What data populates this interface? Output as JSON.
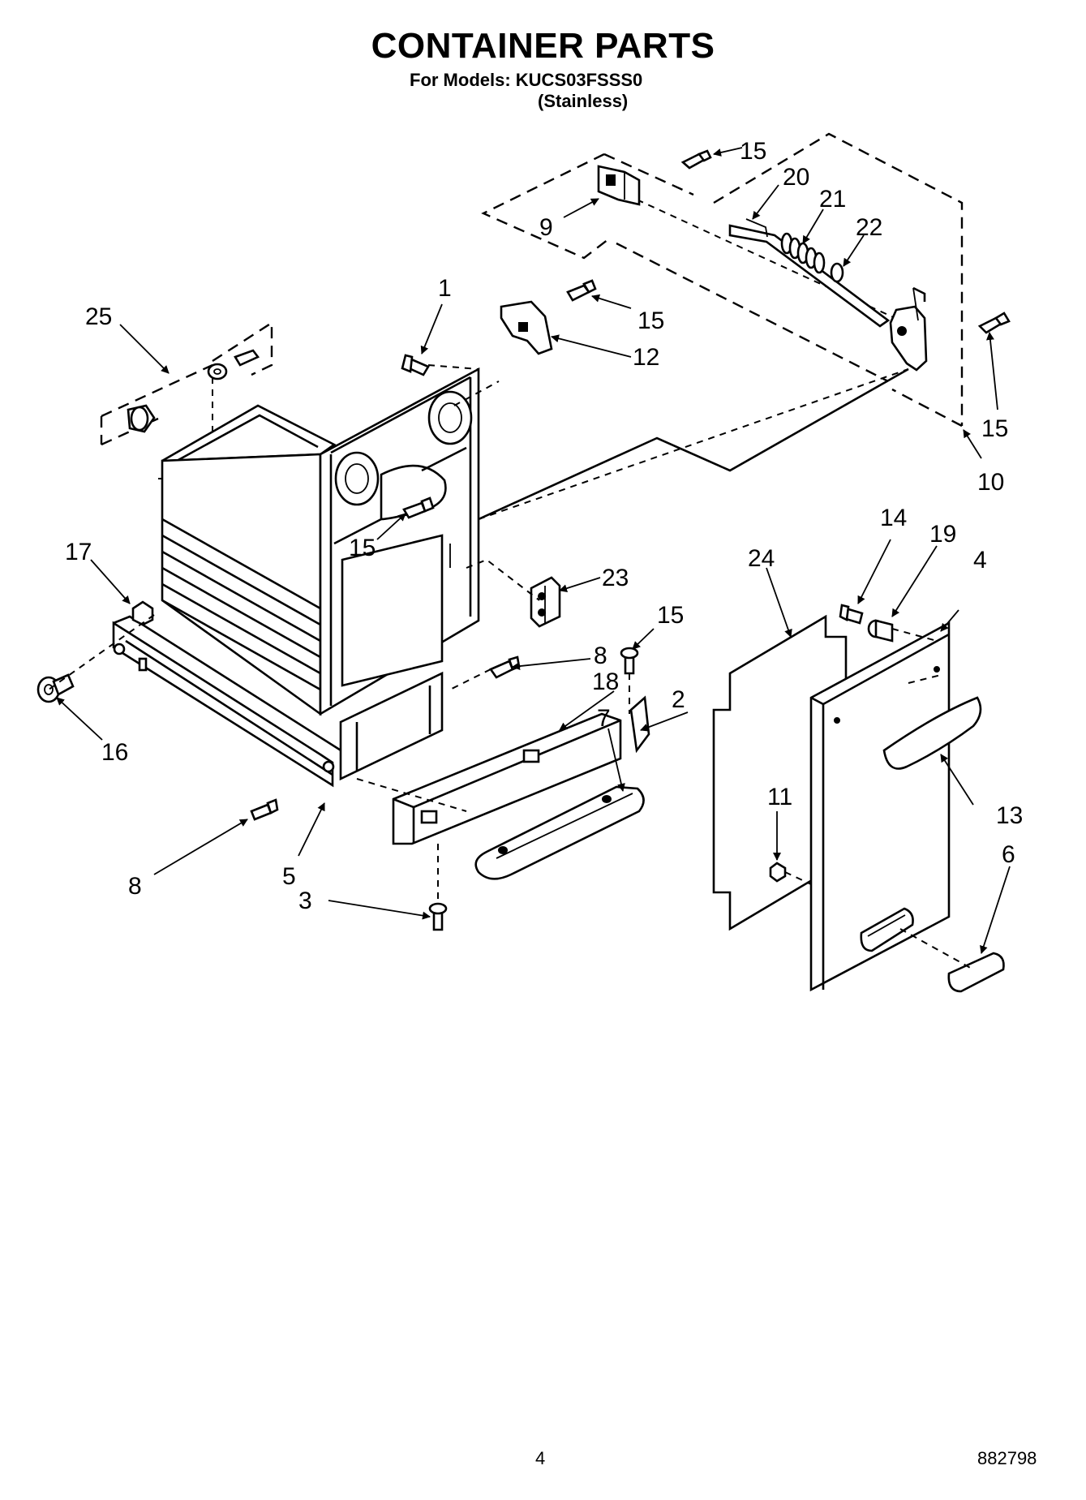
{
  "header": {
    "title": "CONTAINER PARTS",
    "models_line": "For Models: KUCS03FSSS0",
    "variant_line": "(Stainless)"
  },
  "callouts": {
    "c1": "1",
    "c2": "2",
    "c3": "3",
    "c4": "4",
    "c5": "5",
    "c6": "6",
    "c7": "7",
    "c8a": "8",
    "c8b": "8",
    "c9": "9",
    "c10": "10",
    "c11": "11",
    "c12": "12",
    "c13": "13",
    "c14": "14",
    "c15a": "15",
    "c15b": "15",
    "c15c": "15",
    "c15d": "15",
    "c15e": "15",
    "c16": "16",
    "c17": "17",
    "c18": "18",
    "c19": "19",
    "c20": "20",
    "c21": "21",
    "c22": "22",
    "c23": "23",
    "c24": "24",
    "c25": "25"
  },
  "footer": {
    "page_number": "4",
    "document_number": "882798"
  }
}
